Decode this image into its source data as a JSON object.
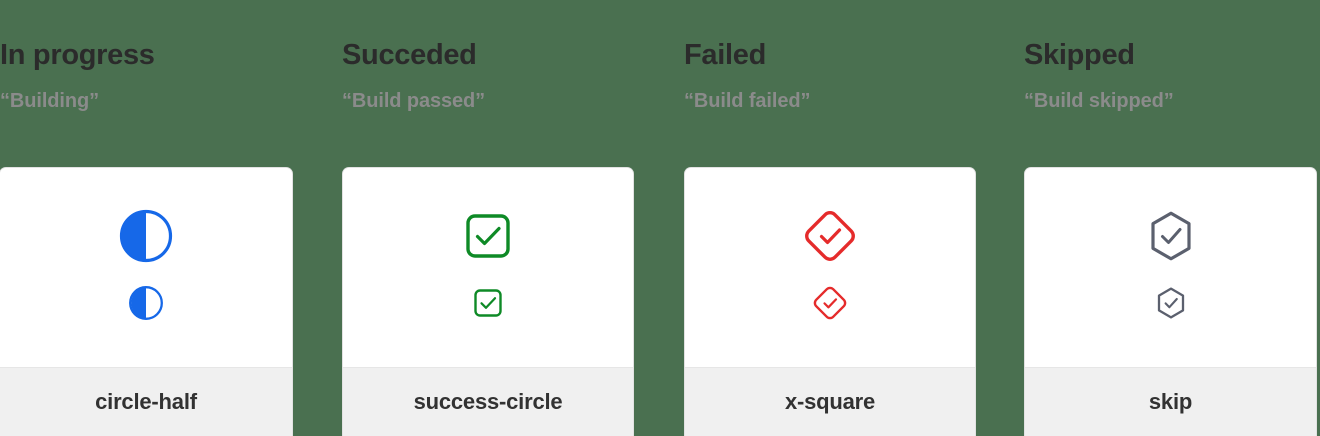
{
  "page": {
    "background_color": "#4a7050",
    "card_background": "#ffffff",
    "card_footer_background": "#f0f0f0"
  },
  "columns": [
    {
      "title": "In progress",
      "subtitle": "“Building”",
      "icon_name": "circle-half-icon",
      "icon_label": "circle-half",
      "icon_color": "#1668e8"
    },
    {
      "title": "Succeded",
      "subtitle": "“Build passed”",
      "icon_name": "success-circle-icon",
      "icon_label": "success-circle",
      "icon_color": "#0e8a26"
    },
    {
      "title": "Failed",
      "subtitle": "“Build failed”",
      "icon_name": "x-square-icon",
      "icon_label": "x-square",
      "icon_color": "#e52b2b"
    },
    {
      "title": "Skipped",
      "subtitle": "“Build skipped”",
      "icon_name": "skip-icon",
      "icon_label": "skip",
      "icon_color": "#5b606e"
    }
  ]
}
